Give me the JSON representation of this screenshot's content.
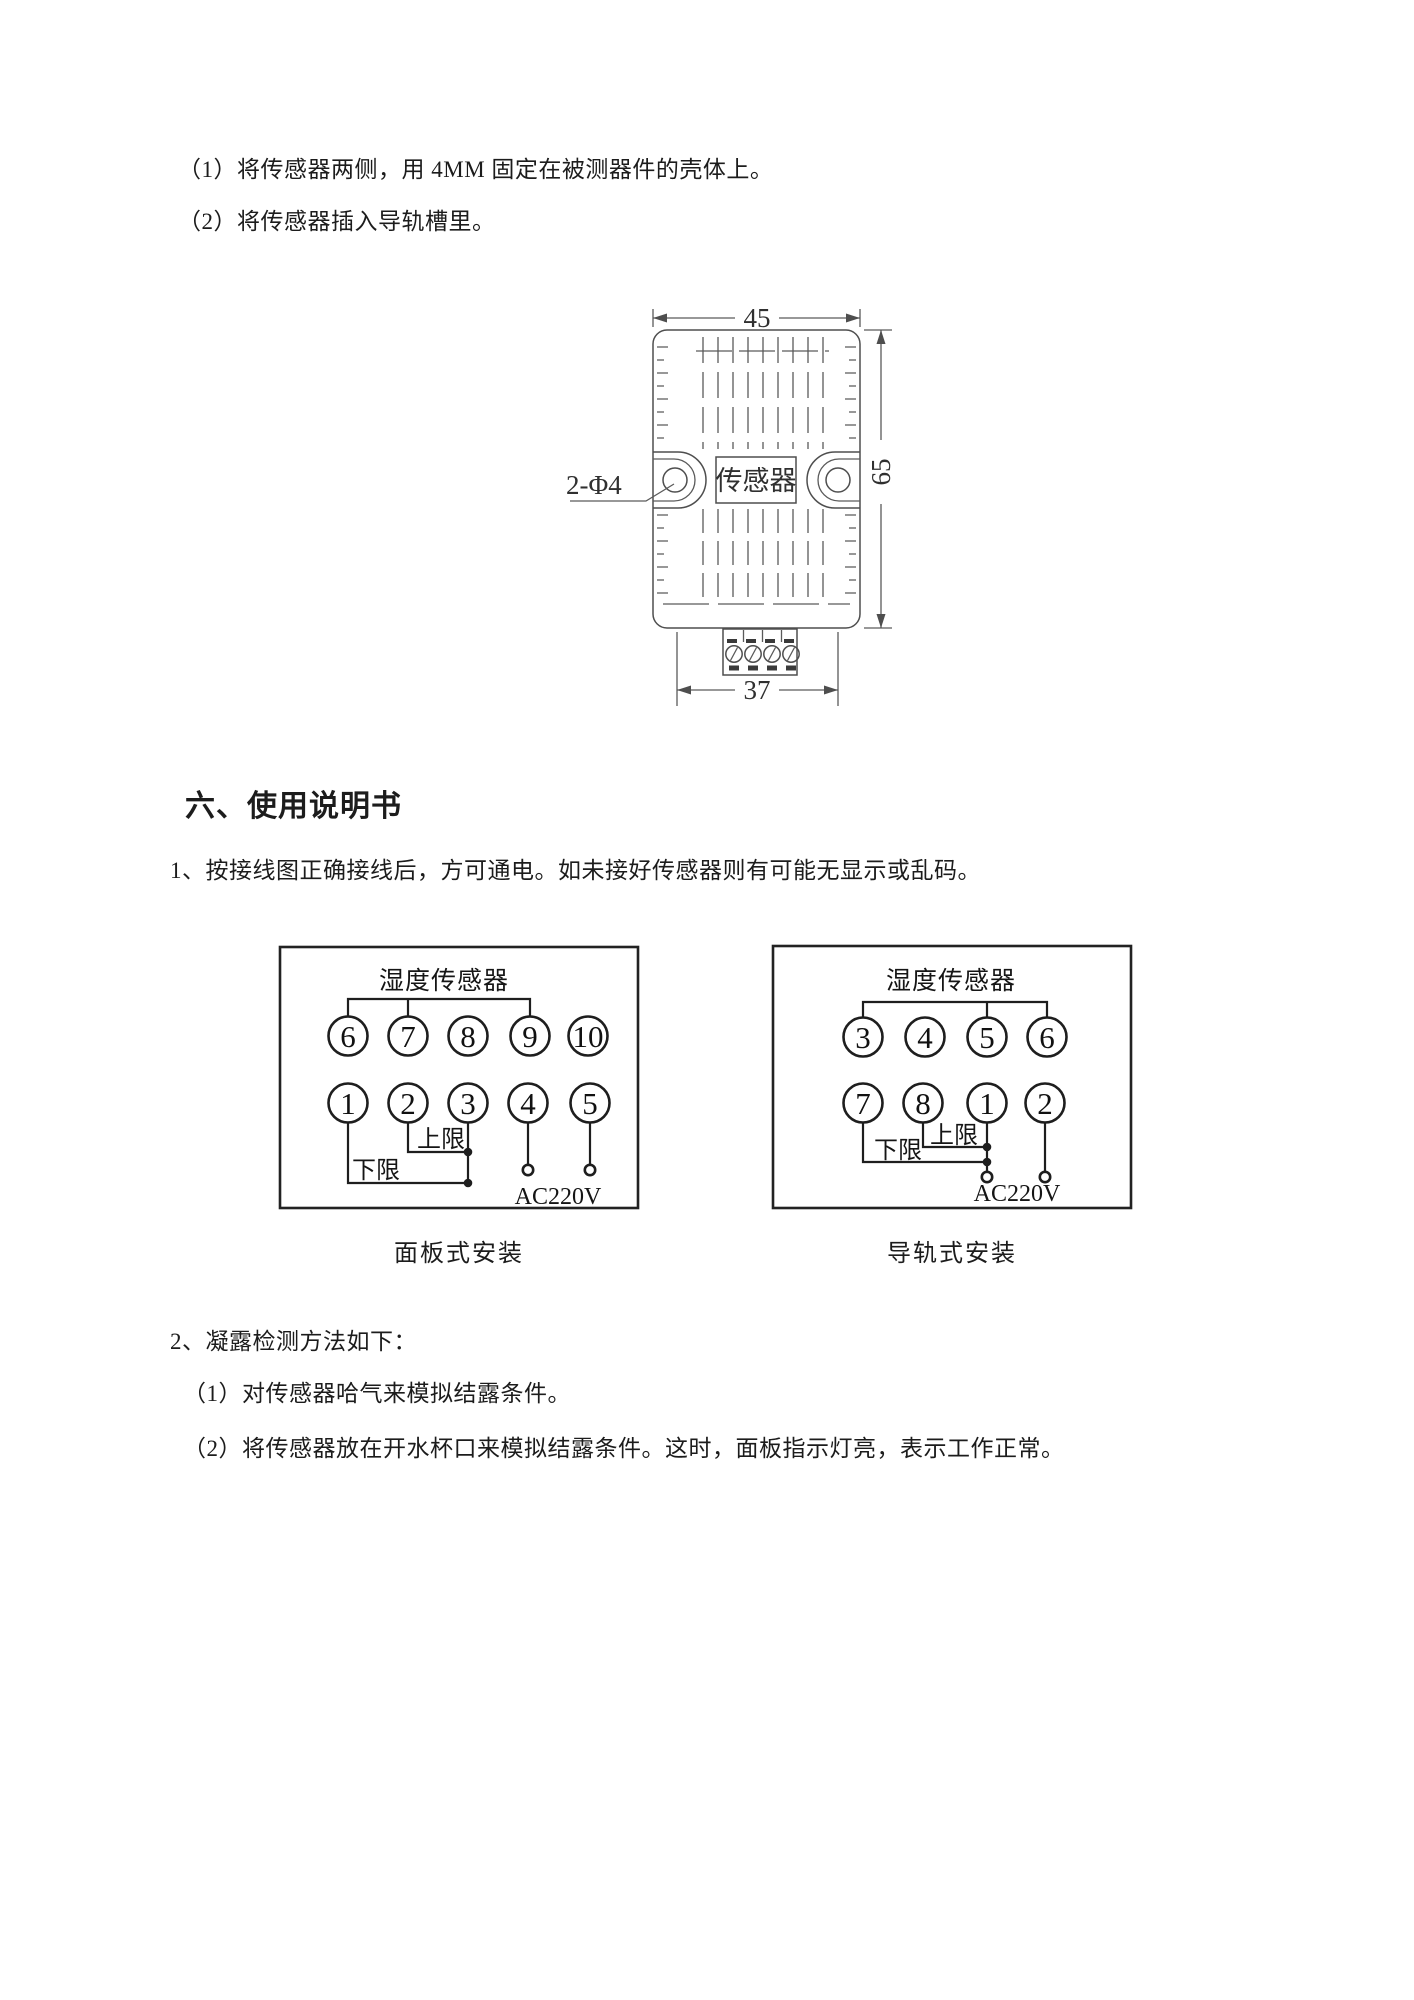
{
  "content": {
    "step1": "（1）将传感器两侧，用 4MM 固定在被测器件的壳体上。",
    "step2": "（2）将传感器插入导轨槽里。",
    "section_title": "六、使用说明书",
    "wiring_note": "1、按接线图正确接线后，方可通电。如未接好传感器则有可能无显示或乱码。",
    "dew_title": "2、凝露检测方法如下：",
    "dew_step1": "（1）对传感器哈气来模拟结露条件。",
    "dew_step2": "（2）将传感器放在开水杯口来模拟结露条件。这时，面板指示灯亮，表示工作正常。"
  },
  "drawing": {
    "dim_width": "45",
    "dim_height": "65",
    "dim_bottom": "37",
    "hole_note": "2-Φ4",
    "body_label": "传感器"
  },
  "diagrams": {
    "left": {
      "title": "湿度传感器",
      "top_terminals": [
        "6",
        "7",
        "8",
        "9",
        "10"
      ],
      "bottom_terminals": [
        "1",
        "2",
        "3",
        "4",
        "5"
      ],
      "upper_limit": "上限",
      "lower_limit": "下限",
      "power": "AC220V",
      "caption": "面板式安装"
    },
    "right": {
      "title": "湿度传感器",
      "top_terminals": [
        "3",
        "4",
        "5",
        "6"
      ],
      "bottom_terminals": [
        "7",
        "8",
        "1",
        "2"
      ],
      "upper_limit": "上限",
      "lower_limit": "下限",
      "power": "AC220V",
      "caption": "导轨式安装"
    }
  }
}
